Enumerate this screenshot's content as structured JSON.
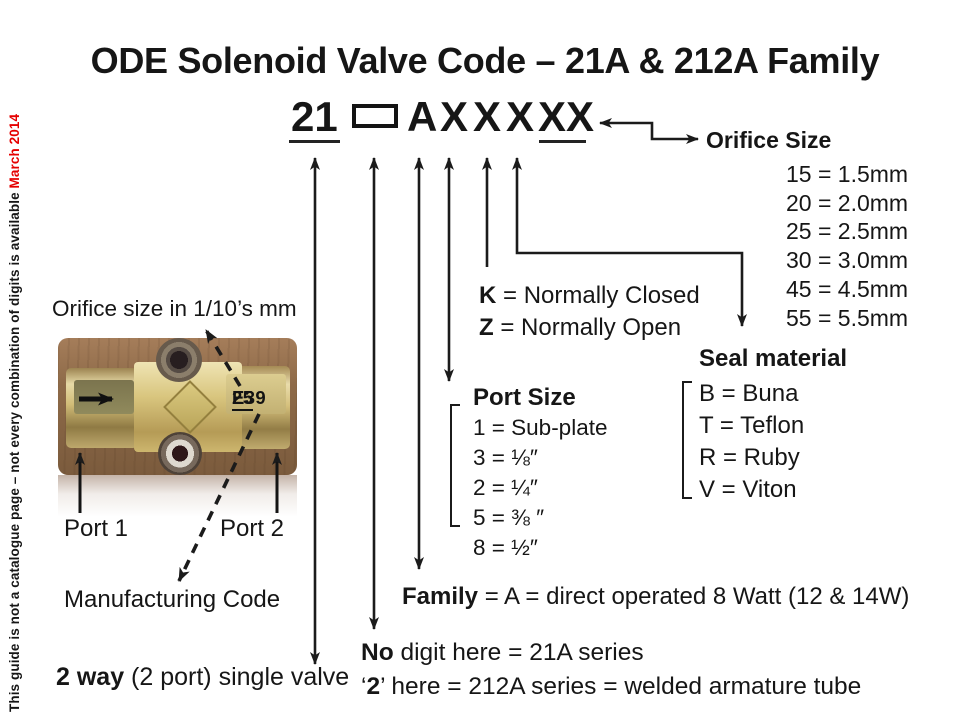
{
  "side_note": {
    "text": "This guide is not a catalogue page – not every combination of digits is available ",
    "date": "March 2014"
  },
  "title": "ODE Solenoid Valve Code – 21A & 212A Family",
  "code": {
    "group1": "21",
    "family_letter": "A",
    "x1": "X",
    "x2": "X",
    "x3": "X",
    "x4": "XX"
  },
  "orifice": {
    "heading": "Orifice Size",
    "items": [
      "15 = 1.5mm",
      "20 = 2.0mm",
      "25 = 2.5mm",
      "30 = 3.0mm",
      "45 = 4.5mm",
      "55 = 5.5mm"
    ]
  },
  "function": {
    "k_code": "K",
    "k_text": " = Normally Closed",
    "z_code": "Z",
    "z_text": " = Normally Open"
  },
  "seal": {
    "heading": "Seal material",
    "items": [
      "B = Buna",
      "T = Teflon",
      "R = Ruby",
      "V = Viton"
    ]
  },
  "port_size": {
    "heading": "Port Size",
    "items": [
      "1 = Sub-plate",
      "3 = ⅛″",
      "2 = ¼″",
      "5 = ⅜ ″",
      "8 = ½″"
    ]
  },
  "family": {
    "bold": "Family",
    "text": " = A = direct operated 8 Watt (12 & 14W)"
  },
  "series": {
    "line1_bold": "No",
    "line1_text": " digit here = 21A series",
    "line2_pre": "‘",
    "line2_bold": "2",
    "line2_text": "’ here = 212A series = welded armature tube"
  },
  "two_way": {
    "bold": "2 way",
    "text": " (2 port) single valve"
  },
  "photo": {
    "orifice_note": "Orifice size in 1/10’s mm",
    "stamp_underlined": "25",
    "stamp_rest": "E39",
    "port1": "Port 1",
    "port2": "Port 2",
    "mfg_label": "Manufacturing Code"
  },
  "colors": {
    "accent_red": "#e50000",
    "text": "#161616",
    "brass": "#d9c67f",
    "wood": "#8d6a48"
  }
}
